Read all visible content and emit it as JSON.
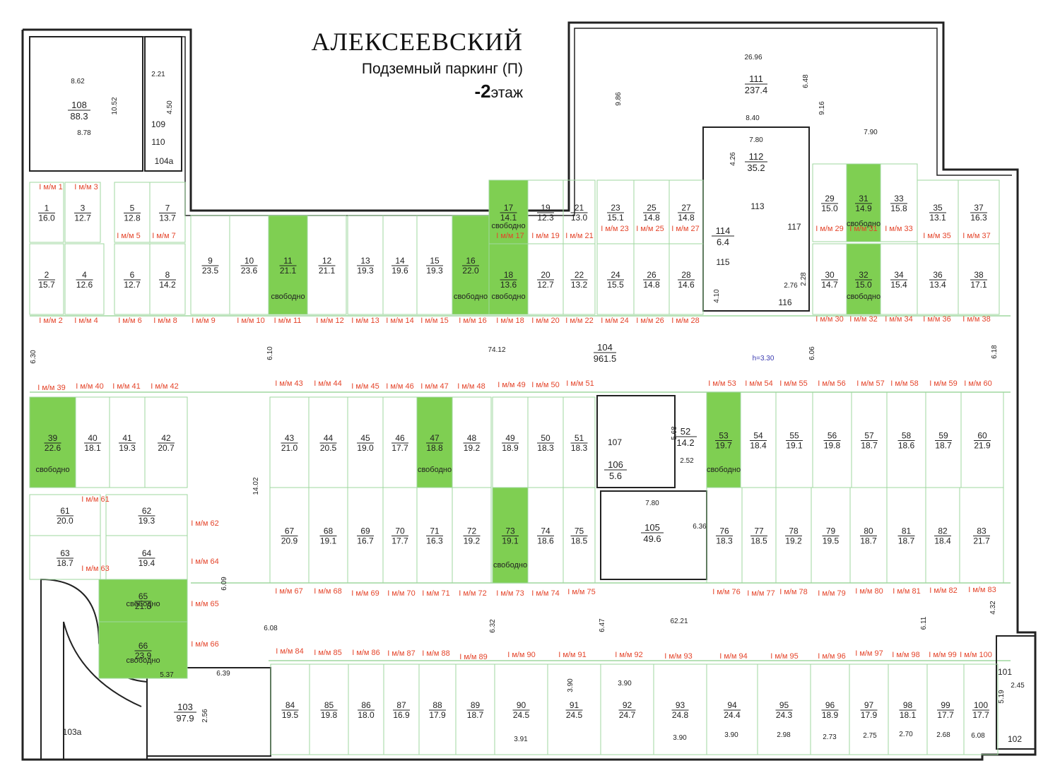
{
  "header": {
    "title": "АЛЕКСЕЕВСКИЙ",
    "subtitle": "Подземный паркинг (П)",
    "floor_number": "-2",
    "floor_word": "этаж"
  },
  "colors": {
    "free": "#7fcf52",
    "wall": "#222222",
    "grid": "#9fd79f",
    "label_red": "#e4442a"
  },
  "free_label": "свободно",
  "ceiling_height": "h=3.30",
  "rooms": [
    {
      "id": "room-108",
      "num": "108",
      "area": "88.3"
    },
    {
      "id": "room-111",
      "num": "111",
      "area": "237.4"
    },
    {
      "id": "room-112",
      "num": "112",
      "area": "35.2"
    },
    {
      "id": "room-104",
      "num": "104",
      "area": "961.5"
    },
    {
      "id": "room-105",
      "num": "105",
      "area": "49.6"
    },
    {
      "id": "room-103",
      "num": "103",
      "area": "97.9"
    },
    {
      "id": "room-114",
      "num": "114",
      "area": "6.4"
    },
    {
      "id": "room-106",
      "num": "106",
      "area": "5.6"
    },
    {
      "id": "room-52",
      "num": "52",
      "area": "14.2"
    }
  ],
  "room_labels": [
    "109",
    "110",
    "104a",
    "113",
    "115",
    "116",
    "117",
    "107",
    "101",
    "102",
    "103a"
  ],
  "dimensions": [
    "8.62",
    "10.52",
    "8.78",
    "2.21",
    "4.50",
    "26.96",
    "9.86",
    "6.48",
    "9.16",
    "8.40",
    "7.80",
    "4.26",
    "7.90",
    "74.12",
    "62.21",
    "6.30",
    "6.10",
    "6.06",
    "6.18",
    "14.02",
    "6.09",
    "6.08",
    "6.32",
    "6.47",
    "6.11",
    "4.32",
    "5.19",
    "2.45",
    "5.68",
    "2.52",
    "7.80",
    "6.36",
    "3.91",
    "3.90",
    "3.90",
    "3.90",
    "3.90",
    "2.98",
    "2.73",
    "2.75",
    "2.70",
    "2.68",
    "6.08",
    "6.39",
    "2.56",
    "5.37",
    "2.28",
    "2.76",
    "4.10"
  ],
  "spaces": [
    {
      "n": "1",
      "a": "16.0",
      "mm": "I м/м 1",
      "free": false
    },
    {
      "n": "2",
      "a": "15.7",
      "mm": "I м/м 2",
      "free": false
    },
    {
      "n": "3",
      "a": "12.7",
      "mm": "I м/м 3",
      "free": false
    },
    {
      "n": "4",
      "a": "12.6",
      "mm": "I м/м 4",
      "free": false
    },
    {
      "n": "5",
      "a": "12.8",
      "mm": "I м/м 5",
      "free": false
    },
    {
      "n": "6",
      "a": "12.7",
      "mm": "I м/м 6",
      "free": false
    },
    {
      "n": "7",
      "a": "13.7",
      "mm": "I м/м 7",
      "free": false
    },
    {
      "n": "8",
      "a": "14.2",
      "mm": "I м/м 8",
      "free": false
    },
    {
      "n": "9",
      "a": "23.5",
      "mm": "I м/м 9",
      "free": false
    },
    {
      "n": "10",
      "a": "23.6",
      "mm": "I м/м 10",
      "free": false
    },
    {
      "n": "11",
      "a": "21.1",
      "mm": "I м/м 11",
      "free": true
    },
    {
      "n": "12",
      "a": "21.1",
      "mm": "I м/м 12",
      "free": false
    },
    {
      "n": "13",
      "a": "19.3",
      "mm": "I м/м 13",
      "free": false
    },
    {
      "n": "14",
      "a": "19.6",
      "mm": "I м/м 14",
      "free": false
    },
    {
      "n": "15",
      "a": "19.3",
      "mm": "I м/м 15",
      "free": false
    },
    {
      "n": "16",
      "a": "22.0",
      "mm": "I м/м 16",
      "free": true
    },
    {
      "n": "17",
      "a": "14.1",
      "mm": "I м/м 17",
      "free": true
    },
    {
      "n": "18",
      "a": "13.6",
      "mm": "I м/м 18",
      "free": true
    },
    {
      "n": "19",
      "a": "12.3",
      "mm": "I м/м 19",
      "free": false
    },
    {
      "n": "20",
      "a": "12.7",
      "mm": "I м/м 20",
      "free": false
    },
    {
      "n": "21",
      "a": "13.0",
      "mm": "I м/м 21",
      "free": false
    },
    {
      "n": "22",
      "a": "13.2",
      "mm": "I м/м 22",
      "free": false
    },
    {
      "n": "23",
      "a": "15.1",
      "mm": "I м/м 23",
      "free": false
    },
    {
      "n": "24",
      "a": "15.5",
      "mm": "I м/м 24",
      "free": false
    },
    {
      "n": "25",
      "a": "14.8",
      "mm": "I м/м 25",
      "free": false
    },
    {
      "n": "26",
      "a": "14.8",
      "mm": "I м/м 26",
      "free": false
    },
    {
      "n": "27",
      "a": "14.8",
      "mm": "I м/м 27",
      "free": false
    },
    {
      "n": "28",
      "a": "14.6",
      "mm": "I м/м 28",
      "free": false
    },
    {
      "n": "29",
      "a": "15.0",
      "mm": "I м/м 29",
      "free": false
    },
    {
      "n": "30",
      "a": "14.7",
      "mm": "I м/м 30",
      "free": false
    },
    {
      "n": "31",
      "a": "14.9",
      "mm": "I м/м 31",
      "free": true
    },
    {
      "n": "32",
      "a": "15.0",
      "mm": "I м/м 32",
      "free": true
    },
    {
      "n": "33",
      "a": "15.8",
      "mm": "I м/м 33",
      "free": false
    },
    {
      "n": "34",
      "a": "15.4",
      "mm": "I м/м 34",
      "free": false
    },
    {
      "n": "35",
      "a": "13.1",
      "mm": "I м/м 35",
      "free": false
    },
    {
      "n": "36",
      "a": "13.4",
      "mm": "I м/м 36",
      "free": false
    },
    {
      "n": "37",
      "a": "16.3",
      "mm": "I м/м 37",
      "free": false
    },
    {
      "n": "38",
      "a": "17.1",
      "mm": "I м/м 38",
      "free": false
    },
    {
      "n": "39",
      "a": "22.6",
      "mm": "I м/м 39",
      "free": true
    },
    {
      "n": "40",
      "a": "18.1",
      "mm": "I м/м 40",
      "free": false
    },
    {
      "n": "41",
      "a": "19.3",
      "mm": "I м/м 41",
      "free": false
    },
    {
      "n": "42",
      "a": "20.7",
      "mm": "I м/м 42",
      "free": false
    },
    {
      "n": "43",
      "a": "21.0",
      "mm": "I м/м 43",
      "free": false
    },
    {
      "n": "44",
      "a": "20.5",
      "mm": "I м/м 44",
      "free": false
    },
    {
      "n": "45",
      "a": "19.0",
      "mm": "I м/м 45",
      "free": false
    },
    {
      "n": "46",
      "a": "17.7",
      "mm": "I м/м 46",
      "free": false
    },
    {
      "n": "47",
      "a": "18.8",
      "mm": "I м/м 47",
      "free": true
    },
    {
      "n": "48",
      "a": "19.2",
      "mm": "I м/м 48",
      "free": false
    },
    {
      "n": "49",
      "a": "18.9",
      "mm": "I м/м 49",
      "free": false
    },
    {
      "n": "50",
      "a": "18.3",
      "mm": "I м/м 50",
      "free": false
    },
    {
      "n": "51",
      "a": "18.3",
      "mm": "I м/м 51",
      "free": false
    },
    {
      "n": "53",
      "a": "19.7",
      "mm": "I м/м 53",
      "free": true
    },
    {
      "n": "54",
      "a": "18.4",
      "mm": "I м/м 54",
      "free": false
    },
    {
      "n": "55",
      "a": "19.1",
      "mm": "I м/м 55",
      "free": false
    },
    {
      "n": "56",
      "a": "19.8",
      "mm": "I м/м 56",
      "free": false
    },
    {
      "n": "57",
      "a": "18.7",
      "mm": "I м/м 57",
      "free": false
    },
    {
      "n": "58",
      "a": "18.6",
      "mm": "I м/м 58",
      "free": false
    },
    {
      "n": "59",
      "a": "18.7",
      "mm": "I м/м 59",
      "free": false
    },
    {
      "n": "60",
      "a": "21.9",
      "mm": "I м/м 60",
      "free": false
    },
    {
      "n": "61",
      "a": "20.0",
      "mm": "I м/м 61",
      "free": false
    },
    {
      "n": "62",
      "a": "19.3",
      "mm": "I м/м 62",
      "free": false
    },
    {
      "n": "63",
      "a": "18.7",
      "mm": "I м/м 63",
      "free": false
    },
    {
      "n": "64",
      "a": "19.4",
      "mm": "I м/м 64",
      "free": false
    },
    {
      "n": "65",
      "a": "21.3",
      "mm": "I м/м 65",
      "free": true
    },
    {
      "n": "66",
      "a": "23.9",
      "mm": "I м/м 66",
      "free": true
    },
    {
      "n": "67",
      "a": "20.9",
      "mm": "I м/м 67",
      "free": false
    },
    {
      "n": "68",
      "a": "19.1",
      "mm": "I м/м 68",
      "free": false
    },
    {
      "n": "69",
      "a": "16.7",
      "mm": "I м/м 69",
      "free": false
    },
    {
      "n": "70",
      "a": "17.7",
      "mm": "I м/м 70",
      "free": false
    },
    {
      "n": "71",
      "a": "16.3",
      "mm": "I м/м 71",
      "free": false
    },
    {
      "n": "72",
      "a": "19.2",
      "mm": "I м/м 72",
      "free": false
    },
    {
      "n": "73",
      "a": "19.1",
      "mm": "I м/м 73",
      "free": true
    },
    {
      "n": "74",
      "a": "18.6",
      "mm": "I м/м 74",
      "free": false
    },
    {
      "n": "75",
      "a": "18.5",
      "mm": "I м/м 75",
      "free": false
    },
    {
      "n": "76",
      "a": "18.3",
      "mm": "I м/м 76",
      "free": false
    },
    {
      "n": "77",
      "a": "18.5",
      "mm": "I м/м 77",
      "free": false
    },
    {
      "n": "78",
      "a": "19.2",
      "mm": "I м/м 78",
      "free": false
    },
    {
      "n": "79",
      "a": "19.5",
      "mm": "I м/м 79",
      "free": false
    },
    {
      "n": "80",
      "a": "18.7",
      "mm": "I м/м 80",
      "free": false
    },
    {
      "n": "81",
      "a": "18.7",
      "mm": "I м/м 81",
      "free": false
    },
    {
      "n": "82",
      "a": "18.4",
      "mm": "I м/м 82",
      "free": false
    },
    {
      "n": "83",
      "a": "21.7",
      "mm": "I м/м 83",
      "free": false
    },
    {
      "n": "84",
      "a": "19.5",
      "mm": "I м/м 84",
      "free": false
    },
    {
      "n": "85",
      "a": "19.8",
      "mm": "I м/м 85",
      "free": false
    },
    {
      "n": "86",
      "a": "18.0",
      "mm": "I м/м 86",
      "free": false
    },
    {
      "n": "87",
      "a": "16.9",
      "mm": "I м/м 87",
      "free": false
    },
    {
      "n": "88",
      "a": "17.9",
      "mm": "I м/м 88",
      "free": false
    },
    {
      "n": "89",
      "a": "18.7",
      "mm": "I м/м 89",
      "free": false
    },
    {
      "n": "90",
      "a": "24.5",
      "mm": "I м/м 90",
      "free": false
    },
    {
      "n": "91",
      "a": "24.5",
      "mm": "I м/м 91",
      "free": false
    },
    {
      "n": "92",
      "a": "24.7",
      "mm": "I м/м 92",
      "free": false
    },
    {
      "n": "93",
      "a": "24.8",
      "mm": "I м/м 93",
      "free": false
    },
    {
      "n": "94",
      "a": "24.4",
      "mm": "I м/м 94",
      "free": false
    },
    {
      "n": "95",
      "a": "24.3",
      "mm": "I м/м 95",
      "free": false
    },
    {
      "n": "96",
      "a": "18.9",
      "mm": "I м/м 96",
      "free": false
    },
    {
      "n": "97",
      "a": "17.9",
      "mm": "I м/м 97",
      "free": false
    },
    {
      "n": "98",
      "a": "18.1",
      "mm": "I м/м 98",
      "free": false
    },
    {
      "n": "99",
      "a": "17.7",
      "mm": "I м/м 99",
      "free": false
    },
    {
      "n": "100",
      "a": "17.7",
      "mm": "I м/м 100",
      "free": false
    }
  ]
}
